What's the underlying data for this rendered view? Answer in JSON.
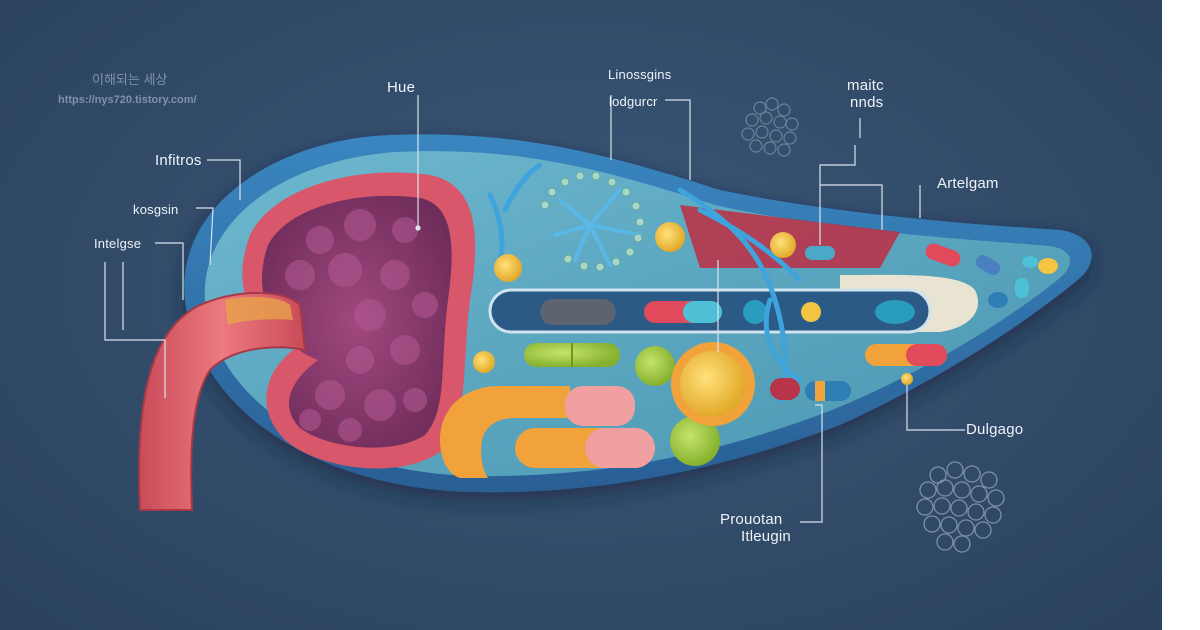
{
  "watermark": {
    "title": "이해되는 세상",
    "url": "https://nys720.tistory.com/"
  },
  "labels": {
    "hue": "Hue",
    "linossgins": "Linossgins",
    "lodgurcr": "lodgurcr",
    "maitc": "maitc",
    "nnds": "nnds",
    "infitros": "Infitros",
    "kosgsin": "kosgsin",
    "intelgse": "Intelgse",
    "artelgam": "Artelgam",
    "dulgago": "Dulgago",
    "prouotan": "Prouotan",
    "itleugin": "Itleugin"
  },
  "colors": {
    "background": "#314b69",
    "outer_body": "#2f6ea8",
    "inner_body": "#5aa9c2",
    "stomach_wall": "#d8576a",
    "stomach_tissue": "#8a3a6e",
    "tube": "#e06b71",
    "capsule_orange": "#f2a23a",
    "capsule_pink": "#f0a0a0",
    "capsule_green": "#a8d14a",
    "pill_yellow": "#f4c542",
    "dark_red_region": "#b8344a",
    "cream_region": "#e9e4d2",
    "nerve_blue": "#3fa3dc"
  }
}
